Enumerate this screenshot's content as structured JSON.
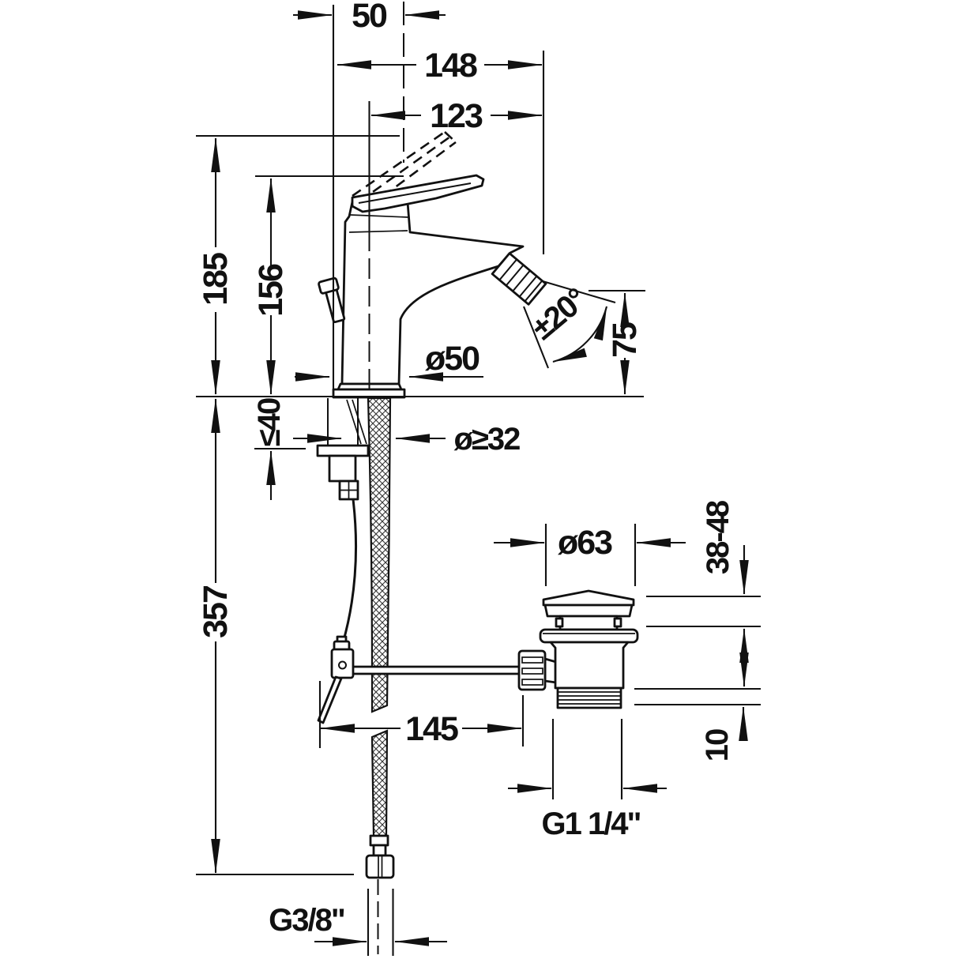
{
  "diagram": {
    "background": "#ffffff",
    "line_color": "#111111",
    "drawing_type": "dimension-drawing",
    "dimensions": {
      "top_width": "50",
      "projection_total": "148",
      "spout_reach": "123",
      "height_max": "185",
      "height_body": "156",
      "deck_max": "≤40",
      "hole_min": "ø≥32",
      "base_dia": "ø50",
      "spout_height": "75",
      "swivel": "±20°",
      "hose_length": "357",
      "rod_reach": "145",
      "waste_dia": "ø63",
      "adjust_range": "38-48",
      "thread_len": "10",
      "waste_thread": "G1 1/4\"",
      "supply_thread": "G3/8\""
    }
  }
}
